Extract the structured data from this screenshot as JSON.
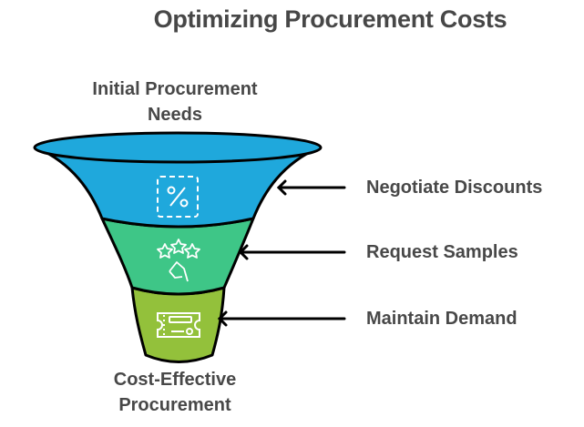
{
  "title": "Optimizing Procurement Costs",
  "funnel": {
    "top_label": "Initial Procurement Needs",
    "bottom_label": "Cost-Effective Procurement",
    "stages": [
      {
        "label": "Negotiate Discounts",
        "color": "#1fa8dc",
        "icon": "percent-tag-icon"
      },
      {
        "label": "Request Samples",
        "color": "#3ec687",
        "icon": "stars-hand-icon"
      },
      {
        "label": "Maintain Demand",
        "color": "#93c13b",
        "icon": "ticket-icon"
      }
    ]
  },
  "colors": {
    "text": "#484848",
    "outline": "#000000",
    "icon_stroke": "#ffffff"
  }
}
